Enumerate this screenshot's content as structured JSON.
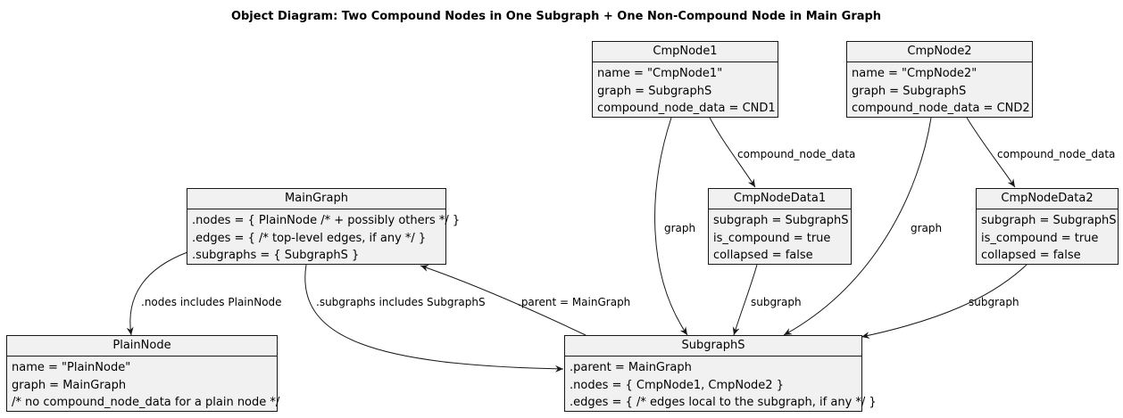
{
  "title": "Object Diagram: Two Compound Nodes in One Subgraph + One Non-Compound Node in Main Graph",
  "objects": {
    "cmpnode1": {
      "name": "CmpNode1",
      "fields": [
        "name = \"CmpNode1\"",
        "graph = SubgraphS",
        "compound_node_data = CND1"
      ]
    },
    "cmpnode2": {
      "name": "CmpNode2",
      "fields": [
        "name = \"CmpNode2\"",
        "graph = SubgraphS",
        "compound_node_data = CND2"
      ]
    },
    "maingraph": {
      "name": "MainGraph",
      "fields": [
        ".nodes = { PlainNode /* + possibly others */ }",
        ".edges = { /* top-level edges, if any */ }",
        ".subgraphs = { SubgraphS }"
      ]
    },
    "cmpnodedata1": {
      "name": "CmpNodeData1",
      "fields": [
        "subgraph = SubgraphS",
        "is_compound = true",
        "collapsed = false"
      ]
    },
    "cmpnodedata2": {
      "name": "CmpNodeData2",
      "fields": [
        "subgraph = SubgraphS",
        "is_compound = true",
        "collapsed = false"
      ]
    },
    "plainnode": {
      "name": "PlainNode",
      "fields": [
        "name = \"PlainNode\"",
        "graph = MainGraph",
        "/* no compound_node_data for a plain node */"
      ]
    },
    "subgraphs": {
      "name": "SubgraphS",
      "fields": [
        ".parent = MainGraph",
        ".nodes = { CmpNode1, CmpNode2 }",
        ".edges = { /* edges local to the subgraph, if any */ }"
      ]
    }
  },
  "edges": {
    "cmp1_data": "compound_node_data",
    "cmp2_data": "compound_node_data",
    "cmp1_graph": "graph",
    "cmp2_graph": "graph",
    "data1_sub": "subgraph",
    "data2_sub": "subgraph",
    "main_nodes": ".nodes includes PlainNode",
    "main_subgraphs": ".subgraphs includes SubgraphS",
    "sub_parent": ".parent = MainGraph"
  },
  "colors": {
    "box_fill": "#f1f1f1",
    "border": "#181818",
    "edge": "#181818"
  }
}
